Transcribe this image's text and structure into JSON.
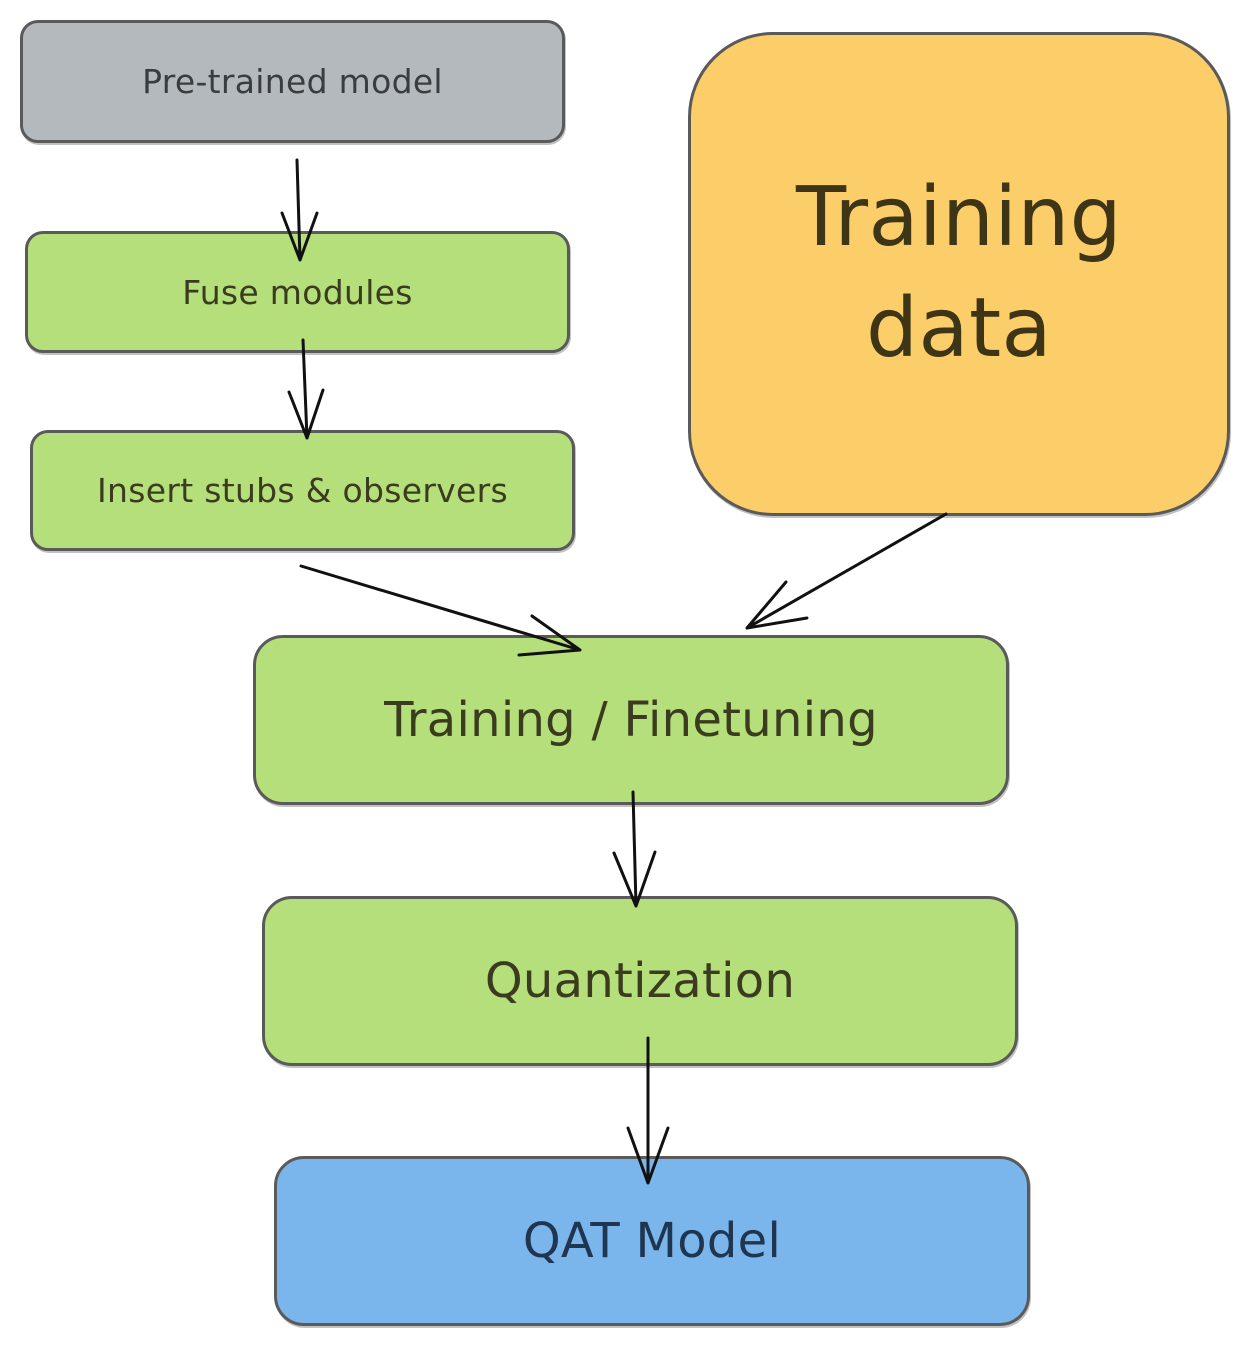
{
  "diagram": {
    "nodes": {
      "pretrained": "Pre-trained model",
      "fuse": "Fuse modules",
      "insert": "Insert stubs & observers",
      "training_data": "Training\ndata",
      "finetune": "Training / Finetuning",
      "quantization": "Quantization",
      "qat_model": "QAT Model"
    },
    "edges": [
      {
        "from": "pretrained",
        "to": "fuse"
      },
      {
        "from": "fuse",
        "to": "insert"
      },
      {
        "from": "insert",
        "to": "finetune"
      },
      {
        "from": "training_data",
        "to": "finetune"
      },
      {
        "from": "finetune",
        "to": "quantization"
      },
      {
        "from": "quantization",
        "to": "qat_model"
      }
    ],
    "colors": {
      "gray": "#b4b9bd",
      "green": "#b5df7a",
      "orange": "#fcce6a",
      "blue": "#7ab6ec",
      "border": "#5a5a5a",
      "arrow": "#111111"
    }
  }
}
